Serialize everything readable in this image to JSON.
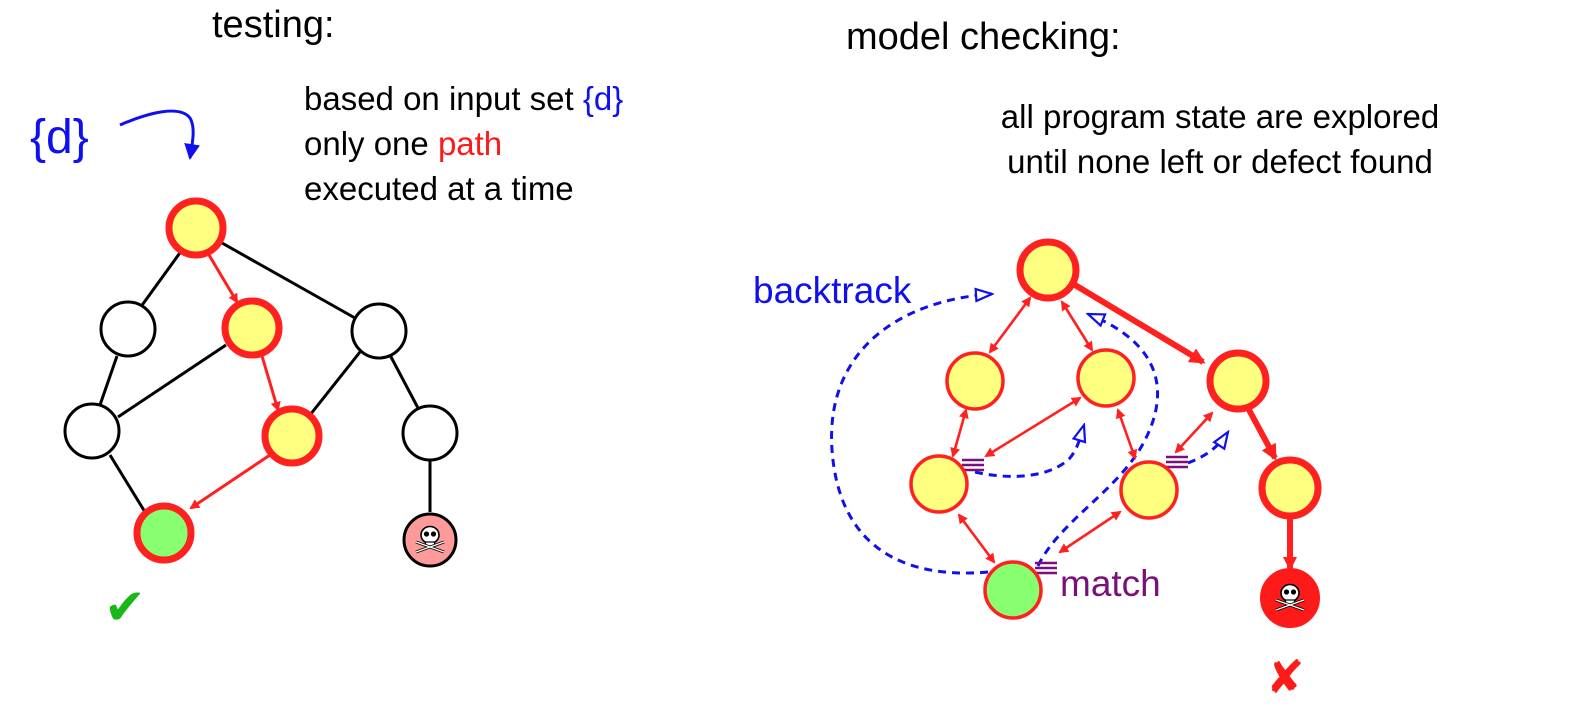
{
  "testing": {
    "title": "testing:",
    "input_label": "{d}",
    "lines": [
      {
        "before": "based on input set ",
        "highlight": "{d}",
        "after": ""
      },
      {
        "before": "only one ",
        "highlight": "path",
        "after": ""
      },
      {
        "before": "executed at a time",
        "highlight": "",
        "after": ""
      }
    ],
    "check_glyph": "✔"
  },
  "model_checking": {
    "title": "model checking:",
    "lines": [
      "all program state are explored",
      "until none left or defect found"
    ],
    "backtrack_label": "backtrack",
    "match_label": "match",
    "match_glyph": "≡",
    "cross_glyph": "✘"
  },
  "colors": {
    "state_fill": "#ffff80",
    "state_stroke": "#ff2020",
    "goal_fill": "#88ff70",
    "error_fill_light": "#ff9a9a",
    "error_fill_dark": "#ff1a1a",
    "backtrack_blue": "#1010ee",
    "match_purple": "#7a0f7a",
    "check_green": "#18b818"
  },
  "icons": [
    "skull-icon",
    "check-icon",
    "cross-icon",
    "match-equiv-icon"
  ]
}
